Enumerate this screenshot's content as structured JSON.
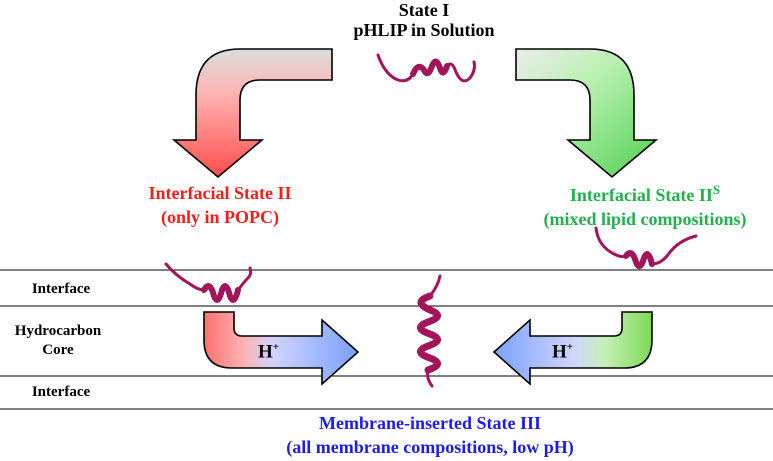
{
  "state1": {
    "line1": "State I",
    "line2": "pHLIP in Solution"
  },
  "state2": {
    "line1": "Interfacial State II",
    "line2": "(only in POPC)",
    "color": "#ff1a1a"
  },
  "state2s": {
    "line1": "Interfacial State II",
    "superscript": "S",
    "line2": "(mixed lipid compositions)",
    "color": "#22b14c"
  },
  "state3": {
    "line1": "Membrane-inserted State III",
    "line2": "(all membrane compositions, low pH)",
    "color": "#1a1aff"
  },
  "zones": {
    "interface_top": "Interface",
    "core_line1": "Hydrocarbon",
    "core_line2": "Core",
    "interface_bottom": "Interface"
  },
  "proton": {
    "base": "H",
    "sup": "+"
  },
  "colors": {
    "helix": "#a3155a",
    "red_arrow": "#ff5555",
    "green_arrow": "#7ed957",
    "blue_arrow": "#8fb0ff",
    "grey_arrow": "#e6e6e6"
  }
}
